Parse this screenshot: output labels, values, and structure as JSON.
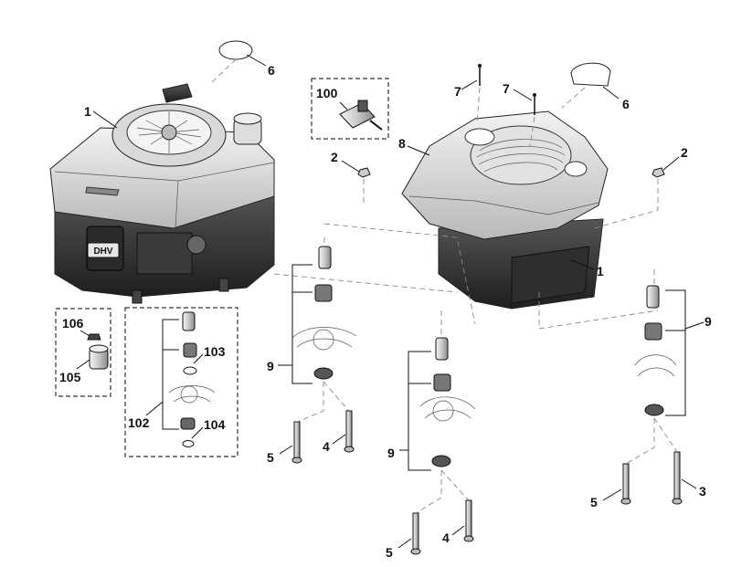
{
  "callouts": {
    "c1_engine": "1",
    "c1_cover": "1",
    "c2_left": "2",
    "c2_right": "2",
    "c3": "3",
    "c4_left": "4",
    "c4_mid": "4",
    "c5_left": "5",
    "c5_mid": "5",
    "c5_right": "5",
    "c6_left": "6",
    "c6_right": "6",
    "c7_left": "7",
    "c7_right": "7",
    "c8": "8",
    "c9_left": "9",
    "c9_mid": "9",
    "c9_right": "9",
    "c100": "100",
    "c102": "102",
    "c103": "103",
    "c104": "104",
    "c105": "105",
    "c106": "106"
  },
  "engine_badge": "DHV"
}
